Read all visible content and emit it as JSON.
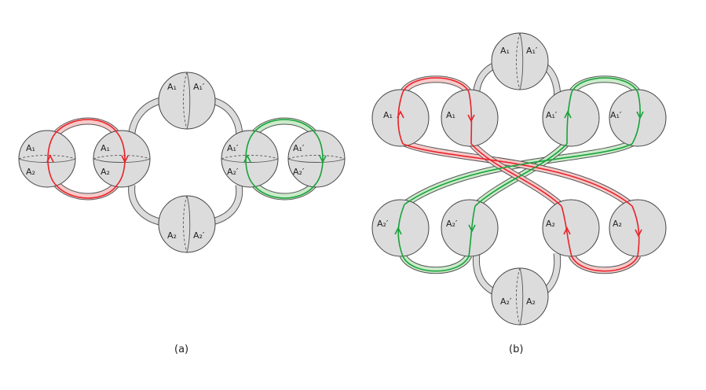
{
  "panels": [
    {
      "id": "a",
      "caption": "(a)"
    },
    {
      "id": "b",
      "caption": "(b)"
    }
  ],
  "labels": {
    "A1": "A₁",
    "A1p": "A₁′",
    "A2": "A₂",
    "A2p": "A₂′"
  },
  "colors": {
    "sphere": "#dcdcdc",
    "red_curve": "#e8232a",
    "green_curve": "#18a23a"
  }
}
